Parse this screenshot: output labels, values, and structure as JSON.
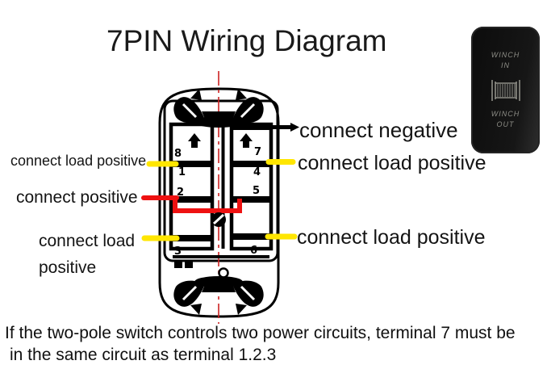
{
  "title": "7PIN Wiring Diagram",
  "wire_labels": {
    "negative": "connect negative",
    "load_top_left": "connect load positive",
    "load_top_right": "connect load positive",
    "positive": "connect positive",
    "load_bottom_left_line1": "connect load",
    "load_bottom_left_line2": "positive",
    "load_bottom_right": "connect load positive"
  },
  "wire_colors": {
    "negative": "#000000",
    "load_positive": "#ffe600",
    "positive": "#ee1111",
    "centerline": "#cc2222"
  },
  "switch_diagram": {
    "terminals": {
      "left": [
        "8",
        "1",
        "2",
        "3"
      ],
      "right": [
        "7",
        "4",
        "5",
        "6"
      ]
    }
  },
  "rocker_switch": {
    "top_label_line1": "WINCH",
    "top_label_line2": "IN",
    "bottom_label_line1": "WINCH",
    "bottom_label_line2": "OUT"
  },
  "note": {
    "line1": "If the two-pole switch controls two power circuits, terminal 7 must be",
    "line2": "in the same circuit as terminal 1.2.3"
  }
}
